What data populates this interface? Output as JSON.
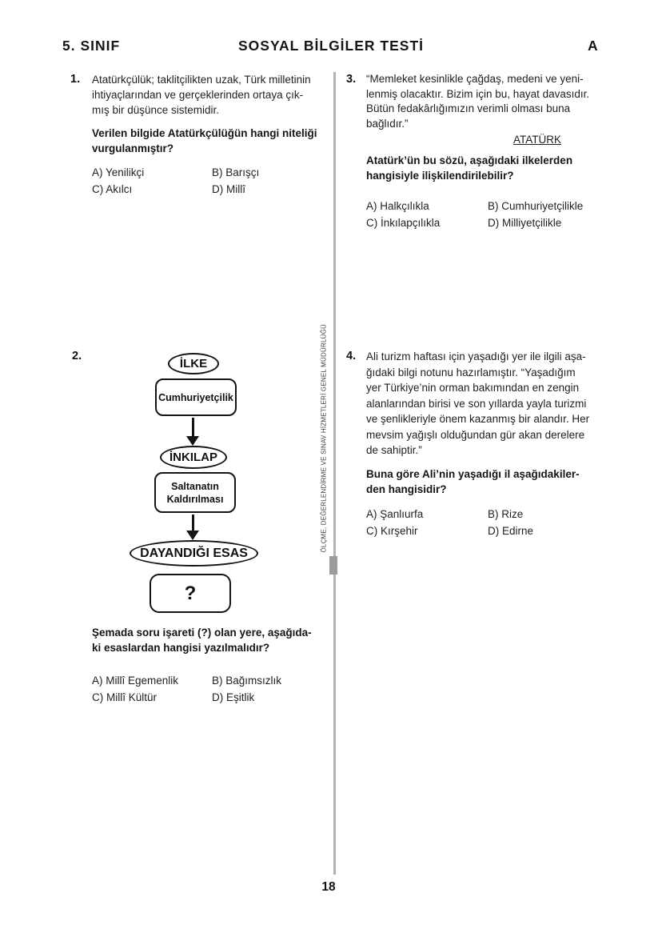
{
  "header": {
    "grade": "5. SINIF",
    "title": "SOSYAL BİLGİLER TESTİ",
    "booklet": "A"
  },
  "questions": {
    "q1": {
      "number": "1.",
      "body": "Atatürkçülük; taklitçilikten uzak, Türk milletinin\nihtiyaçlarından ve gerçeklerinden ortaya çık-\nmış bir düşünce sistemidir.",
      "prompt": "Verilen bilgide Atatürkçülüğün hangi niteliği\nvurgulanmıştır?",
      "options": {
        "a": "A) Yenilikçi",
        "b": "B) Barışçı",
        "c": "C) Akılcı",
        "d": "D) Millî"
      }
    },
    "q2": {
      "number": "2.",
      "diagram": {
        "node_ilke": "İLKE",
        "node_cumhuriyetcilik": "Cumhuriyetçilik",
        "node_inkilap": "İNKILAP",
        "node_saltanat": "Saltanatın\nKaldırılması",
        "node_esas": "DAYANDIĞI ESAS",
        "node_question": "?"
      },
      "prompt": "Şemada soru işareti (?) olan yere, aşağıda-\nki esaslardan hangisi yazılmalıdır?",
      "options": {
        "a": "A) Millî Egemenlik",
        "b": "B) Bağımsızlık",
        "c": "C) Millî Kültür",
        "d": "D) Eşitlik"
      }
    },
    "q3": {
      "number": "3.",
      "body": "“Memleket kesinlikle çağdaş, medeni ve yeni-\nlenmiş olacaktır. Bizim için bu, hayat davasıdır.\nBütün fedakârlığımızın verimli olması buna\nbağlıdır.”",
      "attribution": "ATATÜRK",
      "prompt": "Atatürk’ün bu sözü, aşağıdaki ilkelerden\nhangisiyle ilişkilendirilebilir?",
      "options": {
        "a": "A) Halkçılıkla",
        "b": "B) Cumhuriyetçilikle",
        "c": "C) İnkılapçılıkla",
        "d": "D) Milliyetçilikle"
      }
    },
    "q4": {
      "number": "4.",
      "body": "Ali turizm haftası için yaşadığı yer ile ilgili aşa-\nğıdaki bilgi notunu hazırlamıştır. “Yaşadığım\nyer Türkiye’nin orman bakımından en zengin\nalanlarından birisi ve son yıllarda yayla turizmi\nve şenlikleriyle önem kazanmış bir alandır. Her\nmevsim yağışlı olduğundan gür akan derelere\nde sahiptir.”",
      "prompt": "Buna göre Ali’nin yaşadığı il aşağıdakiler-\nden hangisidir?",
      "options": {
        "a": "A) Şanlıurfa",
        "b": "B) Rize",
        "c": "C) Kırşehir",
        "d": "D) Edirne"
      }
    }
  },
  "divider_label": "ÖLÇME, DEĞERLENDİRME VE SINAV HİZMETLERİ GENEL MÜDÜRLÜĞÜ",
  "page_number": "18",
  "colors": {
    "divider": "#b2b2b2",
    "text": "#1c1c1c",
    "diagram_stroke": "#141414"
  }
}
